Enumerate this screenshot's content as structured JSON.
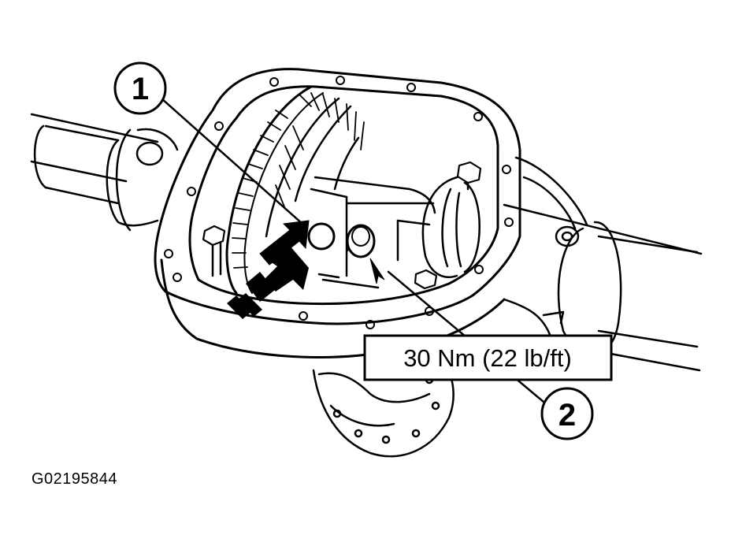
{
  "callouts": {
    "one": "1",
    "two": "2"
  },
  "torque_spec": "30 Nm (22 lb/ft)",
  "figure_id": "G02195844",
  "colors": {
    "ink": "#000000",
    "paper": "#ffffff"
  }
}
